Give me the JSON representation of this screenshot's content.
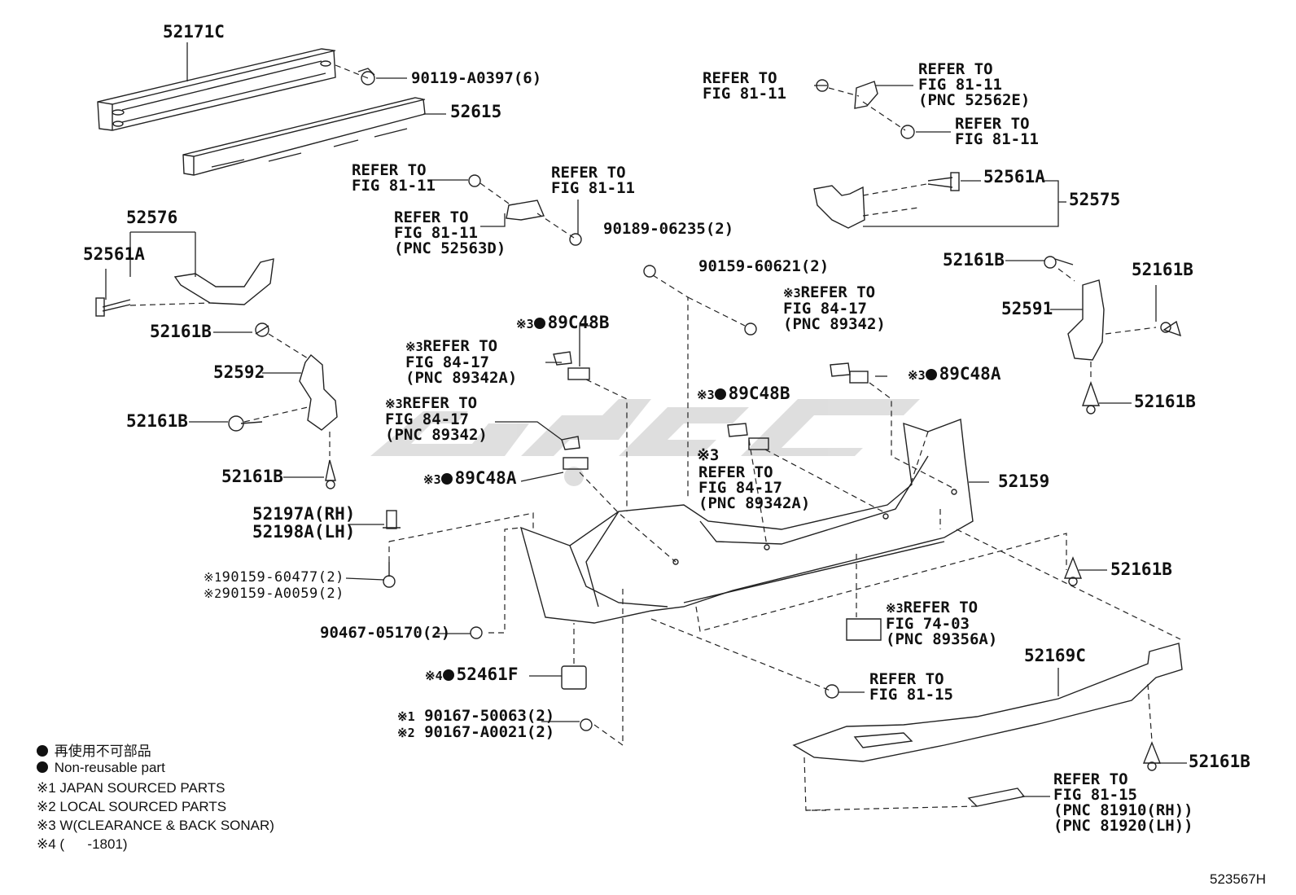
{
  "diagram": {
    "drawing_number": "523567H",
    "parts": {
      "p52171C": "52171C",
      "p90119": "90119-A0397(6)",
      "p52615": "52615",
      "p52576": "52576",
      "p52561A_left": "52561A",
      "p52161B_1": "52161B",
      "p52592": "52592",
      "p52161B_2": "52161B",
      "p52161B_3": "52161B",
      "p52197A": "52197A(RH)",
      "p52198A": "52198A(LH)",
      "p90159_60477": "90159-60477(2)",
      "p90159_A0059": "90159-A0059(2)",
      "p90467": "90467-05170(2)",
      "p52461F": "52461F",
      "p90167_50063": "90167-50063(2)",
      "p90167_A0021": "90167-A0021(2)",
      "p90189": "90189-06235(2)",
      "p90159_60621": "90159-60621(2)",
      "p89C48B_1": "89C48B",
      "p89C48A_1": "89C48A",
      "p89C48B_2": "89C48B",
      "p89C48A_2": "89C48A",
      "p52561A_right": "52561A",
      "p52575": "52575",
      "p52161B_r1": "52161B",
      "p52161B_r2": "52161B",
      "p52591": "52591",
      "p52161B_r3": "52161B",
      "p52159": "52159",
      "p52161B_r4": "52161B",
      "p52169C": "52169C",
      "p52161B_r5": "52161B"
    },
    "refs": {
      "r1": "REFER TO\nFIG 81-11",
      "r2": "REFER TO\nFIG 81-11",
      "r3": "REFER TO\nFIG 81-11\n(PNC 52563D)",
      "r4": "REFER TO\nFIG 81-11",
      "r5": "REFER TO\nFIG 81-11\n(PNC 52562E)",
      "r6": "REFER TO\nFIG 81-11",
      "r7": "REFER TO\nFIG 84-17\n(PNC 89342A)",
      "r8": "REFER TO\nFIG 84-17\n(PNC 89342)",
      "r9": "REFER TO\nFIG 84-17\n(PNC 89342)",
      "r10": "REFER TO\nFIG 84-17\n(PNC 89342A)",
      "r11": "REFER TO\nFIG 74-03\n(PNC 89356A)",
      "r12": "REFER TO\nFIG 81-15",
      "r13": "REFER TO\nFIG 81-15\n(PNC 81910(RH))\n(PNC 81920(LH))"
    },
    "marks": {
      "m1": "※1",
      "m2": "※2",
      "m3": "※3",
      "m4": "※4"
    },
    "legend": {
      "jp": "再使用不可部品",
      "en": "Non-reusable part",
      "n1": "※1 JAPAN SOURCED PARTS",
      "n2": "※2 LOCAL SOURCED PARTS",
      "n3": "※3 W(CLEARANCE & BACK SONAR)",
      "n4": "※4 (      -1801)"
    }
  }
}
